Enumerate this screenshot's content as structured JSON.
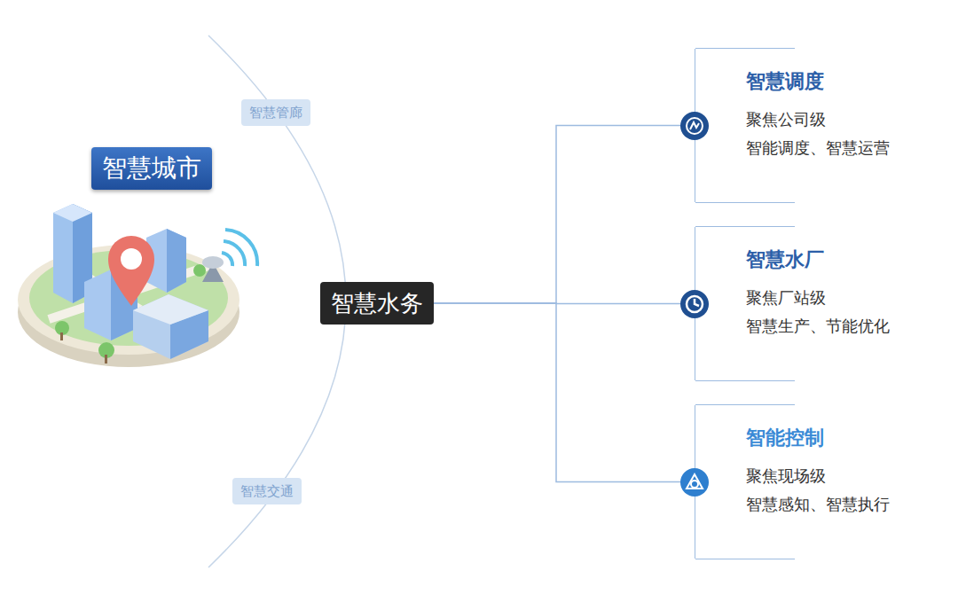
{
  "diagram": {
    "nodes": [
      {
        "text": [
          "智慧城市"
        ]
      },
      {
        "text": [
          "智慧管廊"
        ]
      },
      {
        "text": [
          "智慧交通"
        ]
      },
      {
        "text": [
          "智慧水务"
        ]
      },
      {
        "text": [
          "智慧调度",
          "聚焦公司级",
          "智能调度、智慧运营"
        ]
      },
      {
        "text": [
          "智慧水厂",
          "聚焦厂站级",
          "智慧生产、节能优化"
        ]
      },
      {
        "text": [
          "智能控制",
          "聚焦现场级",
          "智慧感知、智慧执行"
        ]
      }
    ],
    "edges": [
      {
        "from": 3,
        "to": 4,
        "arrow": "none"
      },
      {
        "from": 3,
        "to": 5,
        "arrow": "none"
      },
      {
        "from": 3,
        "to": 6,
        "arrow": "none"
      }
    ]
  }
}
